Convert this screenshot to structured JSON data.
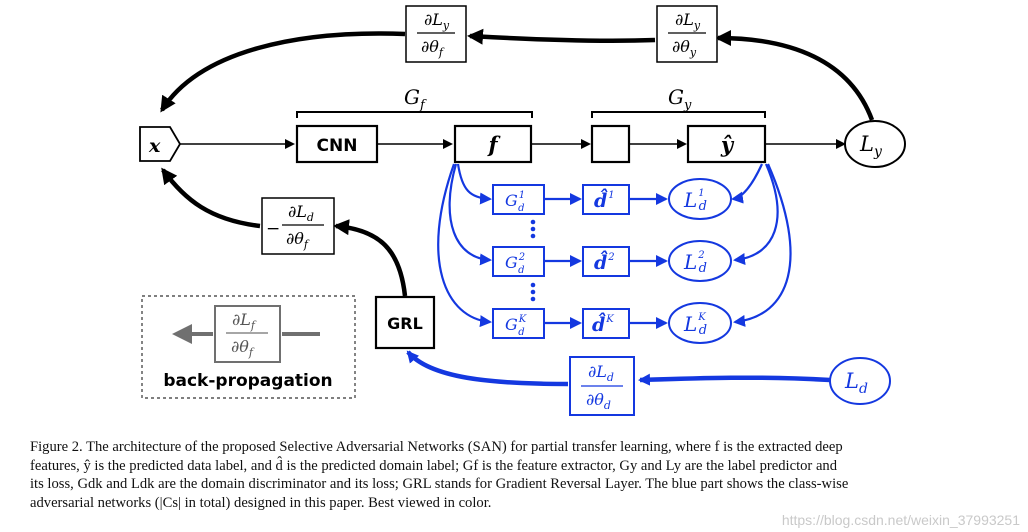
{
  "diagram": {
    "input_node": "x",
    "cnn_box": "CNN",
    "feature_box": "f",
    "prediction_box": "ŷ",
    "label_loss": "L",
    "label_loss_sub": "y",
    "gf_brace": "G",
    "gf_brace_sub": "f",
    "gy_brace": "G",
    "gy_brace_sub": "y",
    "grl_box": "GRL",
    "grad_top_right": {
      "num": "∂L",
      "num_sub": "y",
      "den": "∂θ",
      "den_sub": "y"
    },
    "grad_top_left": {
      "num": "∂L",
      "num_sub": "y",
      "den": "∂θ",
      "den_sub": "f"
    },
    "grad_reversed": {
      "sign": "−",
      "num": "∂L",
      "num_sub": "d",
      "den": "∂θ",
      "den_sub": "f"
    },
    "grad_domain": {
      "num": "∂L",
      "num_sub": "d",
      "den": "∂θ",
      "den_sub": "d"
    },
    "domain_loss": "L",
    "domain_loss_sub": "d",
    "blue_rows": [
      {
        "disc": "G",
        "disc_sup": "1",
        "disc_sub": "d",
        "pred": "d̂",
        "pred_sup": "1",
        "loss": "L",
        "loss_sup": "1",
        "loss_sub": "d"
      },
      {
        "disc": "G",
        "disc_sup": "2",
        "disc_sub": "d",
        "pred": "d̂",
        "pred_sup": "2",
        "loss": "L",
        "loss_sup": "2",
        "loss_sub": "d"
      },
      {
        "disc": "G",
        "disc_sup": "K",
        "disc_sub": "d",
        "pred": "d̂",
        "pred_sup": "K",
        "loss": "L",
        "loss_sup": "K",
        "loss_sub": "d"
      }
    ],
    "legend": {
      "num": "∂L",
      "num_sub": "f",
      "den": "∂θ",
      "den_sub": "f",
      "label": "back-propagation"
    }
  },
  "caption": {
    "line1": "Figure 2. The architecture of the proposed Selective Adversarial Networks (SAN) for partial transfer learning, where f is the extracted deep",
    "line2": "features, ŷ is the predicted data label, and d̂ is the predicted domain label; Gf is the feature extractor, Gy and Ly are the label predictor and",
    "line3": "its loss, Gdk and Ldk are the domain discriminator and its loss; GRL stands for Gradient Reversal Layer. The blue part shows the class-wise",
    "line4": "adversarial networks (|Cs| in total) designed in this paper. Best viewed in color."
  },
  "watermark": "https://blog.csdn.net/weixin_37993251",
  "colors": {
    "black": "#000000",
    "blue": "#1438e0",
    "gray": "#707070",
    "legend_border": "#333333"
  }
}
